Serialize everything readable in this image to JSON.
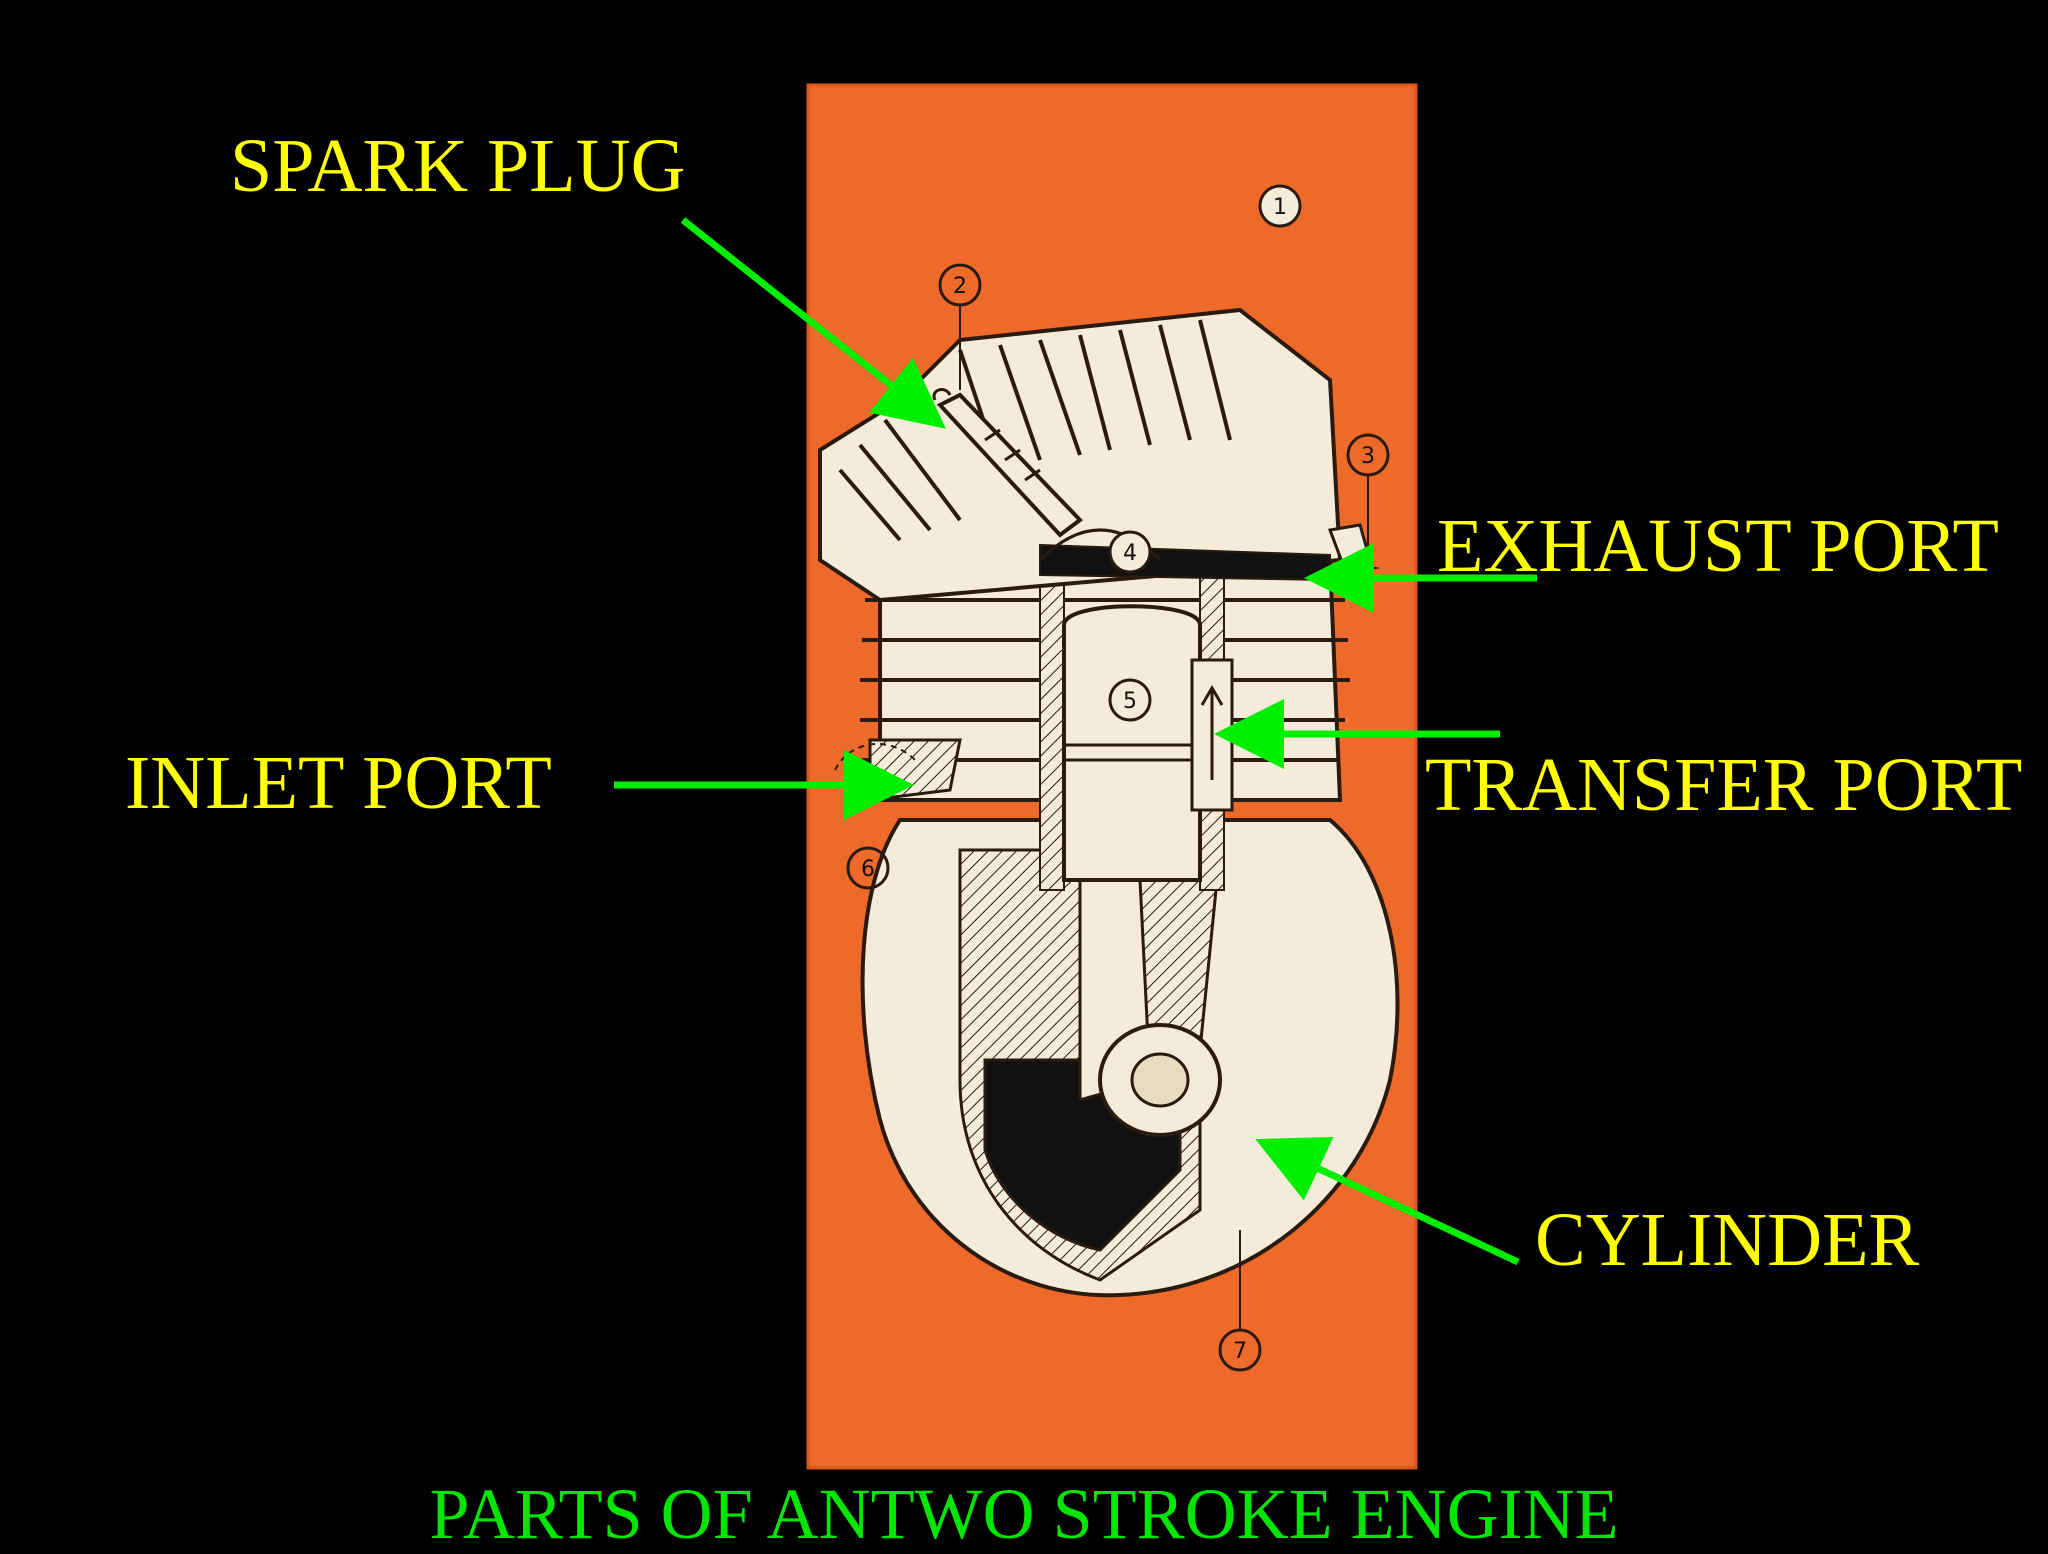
{
  "labels": {
    "spark_plug": "SPARK PLUG",
    "exhaust_port": "EXHAUST PORT",
    "inlet_port": "INLET PORT",
    "transfer_port": "TRANSFER PORT",
    "cylinder": "CYLINDER"
  },
  "callout_numbers": [
    "1",
    "2",
    "3",
    "4",
    "5",
    "6",
    "7"
  ],
  "caption": "PARTS OF ANTWO STROKE ENGINE",
  "colors": {
    "background": "#000000",
    "panel": "#ee6a2a",
    "label_text": "#ffff00",
    "arrow": "#00ee00",
    "caption": "#00e600",
    "engine_fill": "#f4ecd8",
    "engine_line": "#2a1a10"
  }
}
